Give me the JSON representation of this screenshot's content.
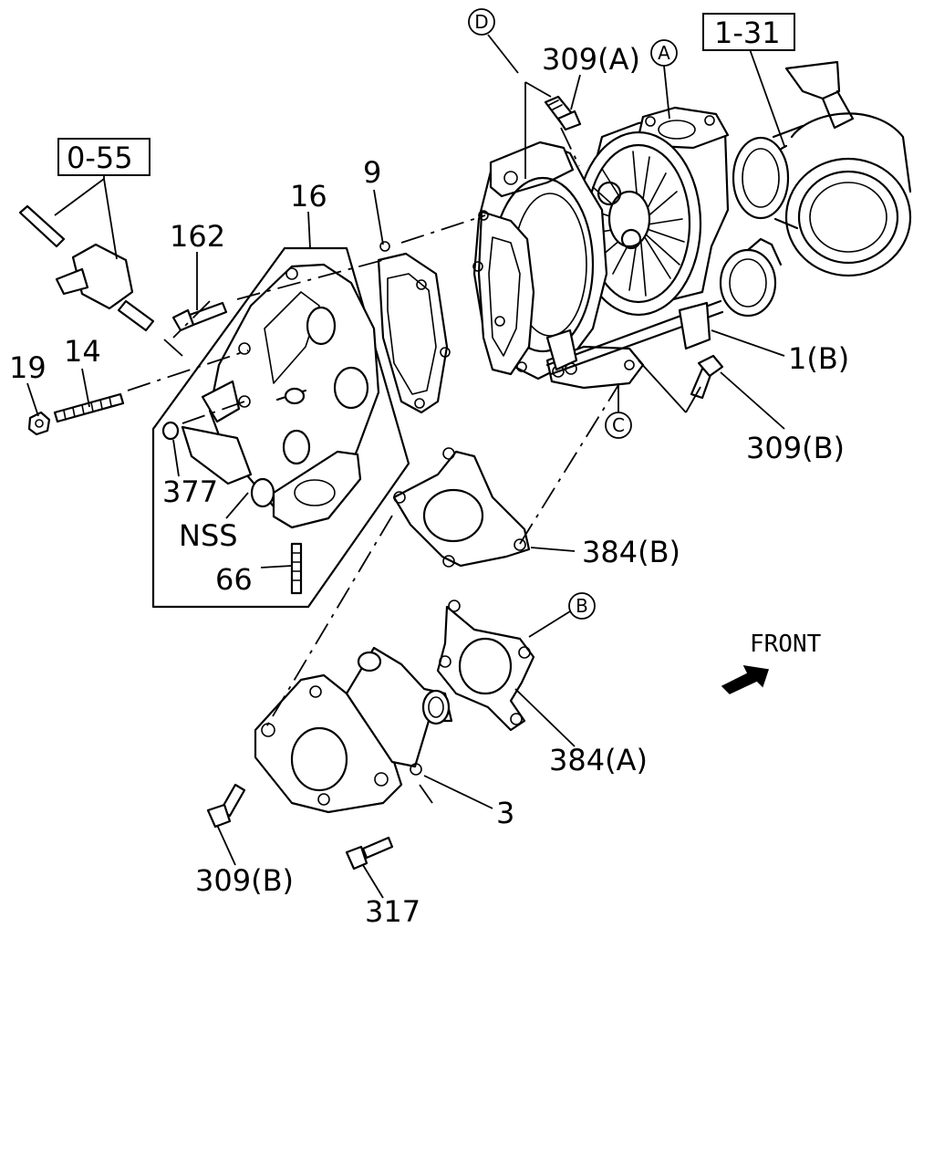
{
  "ref_boxes": {
    "top_right": "1-31",
    "left": "0-55"
  },
  "callouts": {
    "D": "D",
    "A": "A",
    "C": "C",
    "B": "B"
  },
  "labels": {
    "p309A": "309(A)",
    "p1B": "1(B)",
    "p309B_right": "309(B)",
    "p9": "9",
    "p16": "16",
    "p162": "162",
    "p14": "14",
    "p19": "19",
    "p377": "377",
    "nss": "NSS",
    "p66": "66",
    "p384B": "384(B)",
    "p384A": "384(A)",
    "p3": "3",
    "p309B_bottom": "309(B)",
    "p317": "317"
  },
  "front": {
    "label": "FRONT"
  }
}
